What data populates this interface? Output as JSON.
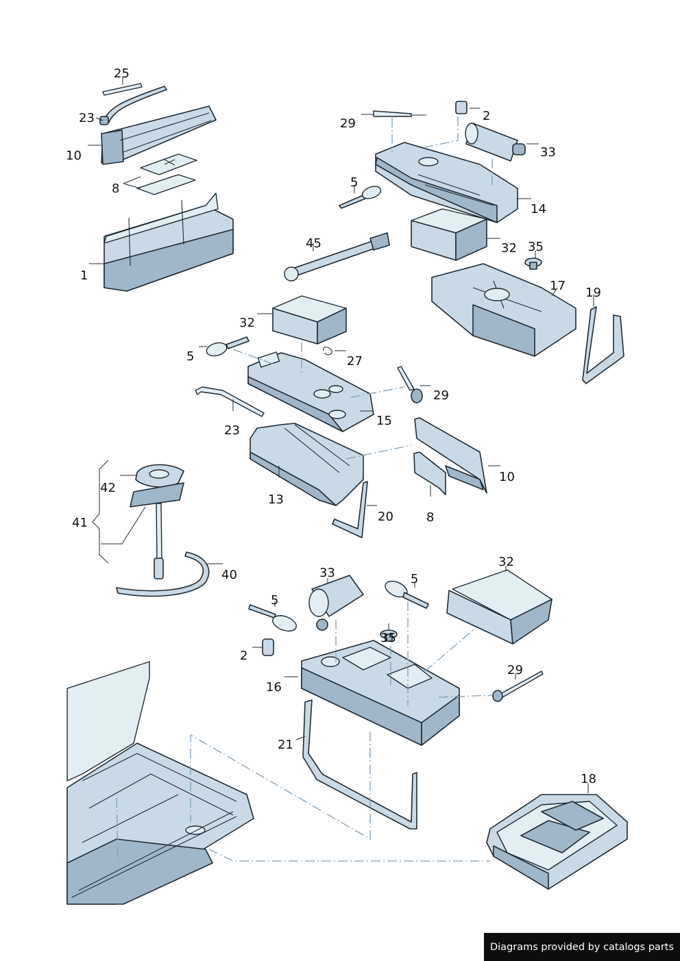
{
  "callouts": {
    "c25": "25",
    "c23a": "23",
    "c10a": "10",
    "c8a": "8",
    "c1": "1",
    "c29a": "29",
    "c2a": "2",
    "c33a": "33",
    "c5a": "5",
    "c14": "14",
    "c45": "45",
    "c32a": "32",
    "c35a": "35",
    "c17": "17",
    "c19": "19",
    "c32b": "32",
    "c5b": "5",
    "c27": "27",
    "c29b": "29",
    "c15": "15",
    "c23b": "23",
    "c10b": "10",
    "c13": "13",
    "c8b": "8",
    "c20": "20",
    "c42": "42",
    "c41": "41",
    "c40": "40",
    "c33b": "33",
    "c5c": "5",
    "c32c": "32",
    "c5d": "5",
    "c35b": "35",
    "c2b": "2",
    "c16": "16",
    "c29c": "29",
    "c21": "21",
    "c18": "18"
  },
  "credit": "Diagrams provided by catalogs parts",
  "colors": {
    "part_fill": "#c9d9e6",
    "outline": "#1e2a33",
    "dash_line": "#7e9fb8",
    "credit_bg": "#0d0d0d"
  }
}
